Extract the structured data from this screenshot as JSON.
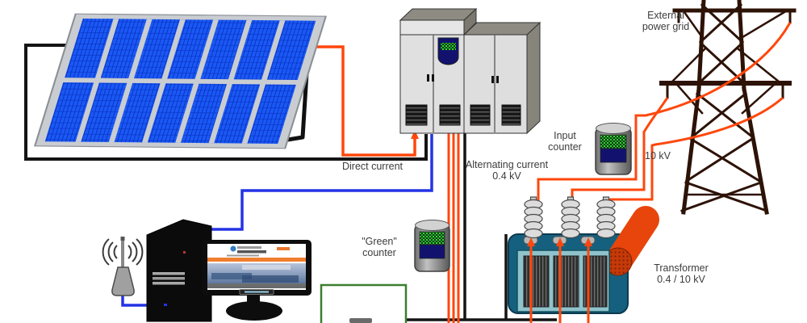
{
  "labels": {
    "external_grid": "External power grid",
    "direct_current": "Direct current",
    "alternating_current": "Alternating current",
    "ac_voltage": "0.4 kV",
    "hv_voltage": "10 kV",
    "input_counter_l1": "Input",
    "input_counter_l2": "counter",
    "green_counter_l1": "\"Green\"",
    "green_counter_l2": "counter",
    "transformer_l1": "Transformer",
    "transformer_l2": "0.4 / 10 kV"
  },
  "solar_array": {
    "rows": 2,
    "columns": 7
  },
  "colors": {
    "wire_power": "#ff470c",
    "wire_dc": "#141414",
    "wire_data": "#2433e6",
    "wire_green": "#3b7d2f",
    "panel_cell": "#1b59f5",
    "panel_grid": "#0a36c8",
    "panel_frame": "#c9cdd1",
    "tower": "#2d1206",
    "transformer_body": "#15607e",
    "transformer_panel": "#8fc3cc",
    "transformer_cylinder": "#e8450c",
    "display_green": "#3cd33c",
    "display_navy": "#12126e",
    "website_band": "#ef7f2e"
  }
}
